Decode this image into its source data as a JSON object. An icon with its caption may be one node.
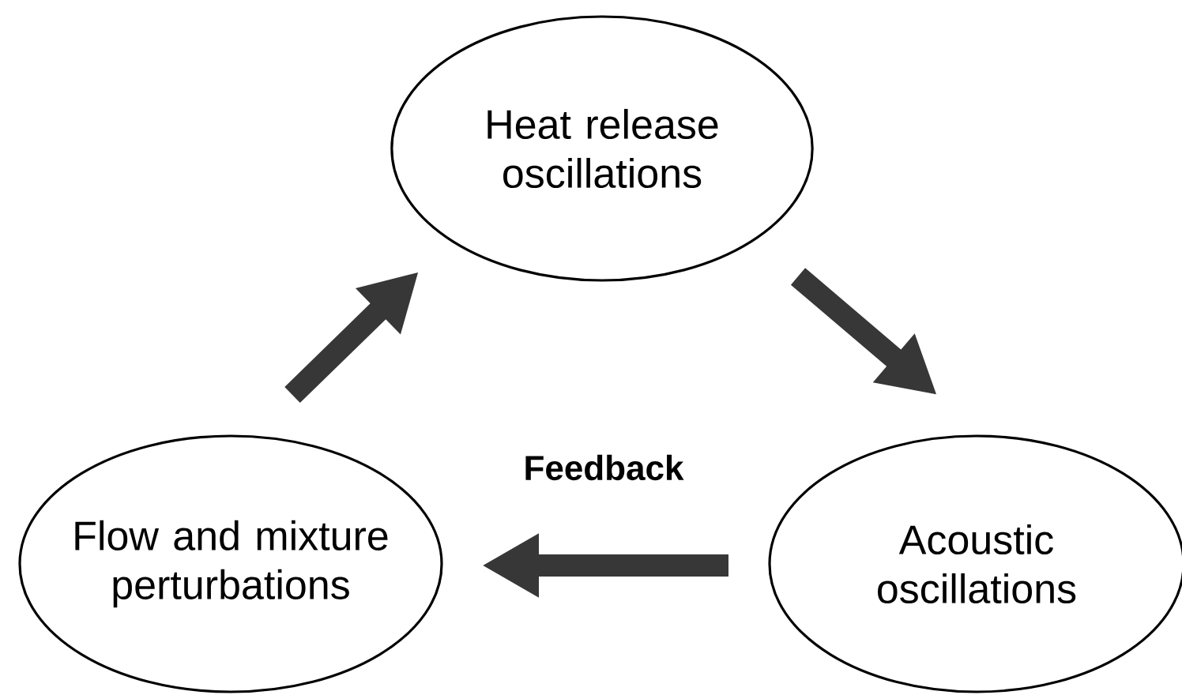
{
  "diagram": {
    "nodes": [
      {
        "text": [
          "Heat release oscillations"
        ]
      },
      {
        "text": [
          "Acoustic oscillations"
        ]
      },
      {
        "text": [
          "Flow and mixture perturbations"
        ]
      }
    ],
    "edges": [
      {
        "from": 2,
        "to": 0,
        "arrow": "to"
      },
      {
        "from": 0,
        "to": 1,
        "arrow": "to"
      },
      {
        "from": 1,
        "to": 2,
        "arrow": "to",
        "label": "Feedback"
      }
    ]
  }
}
